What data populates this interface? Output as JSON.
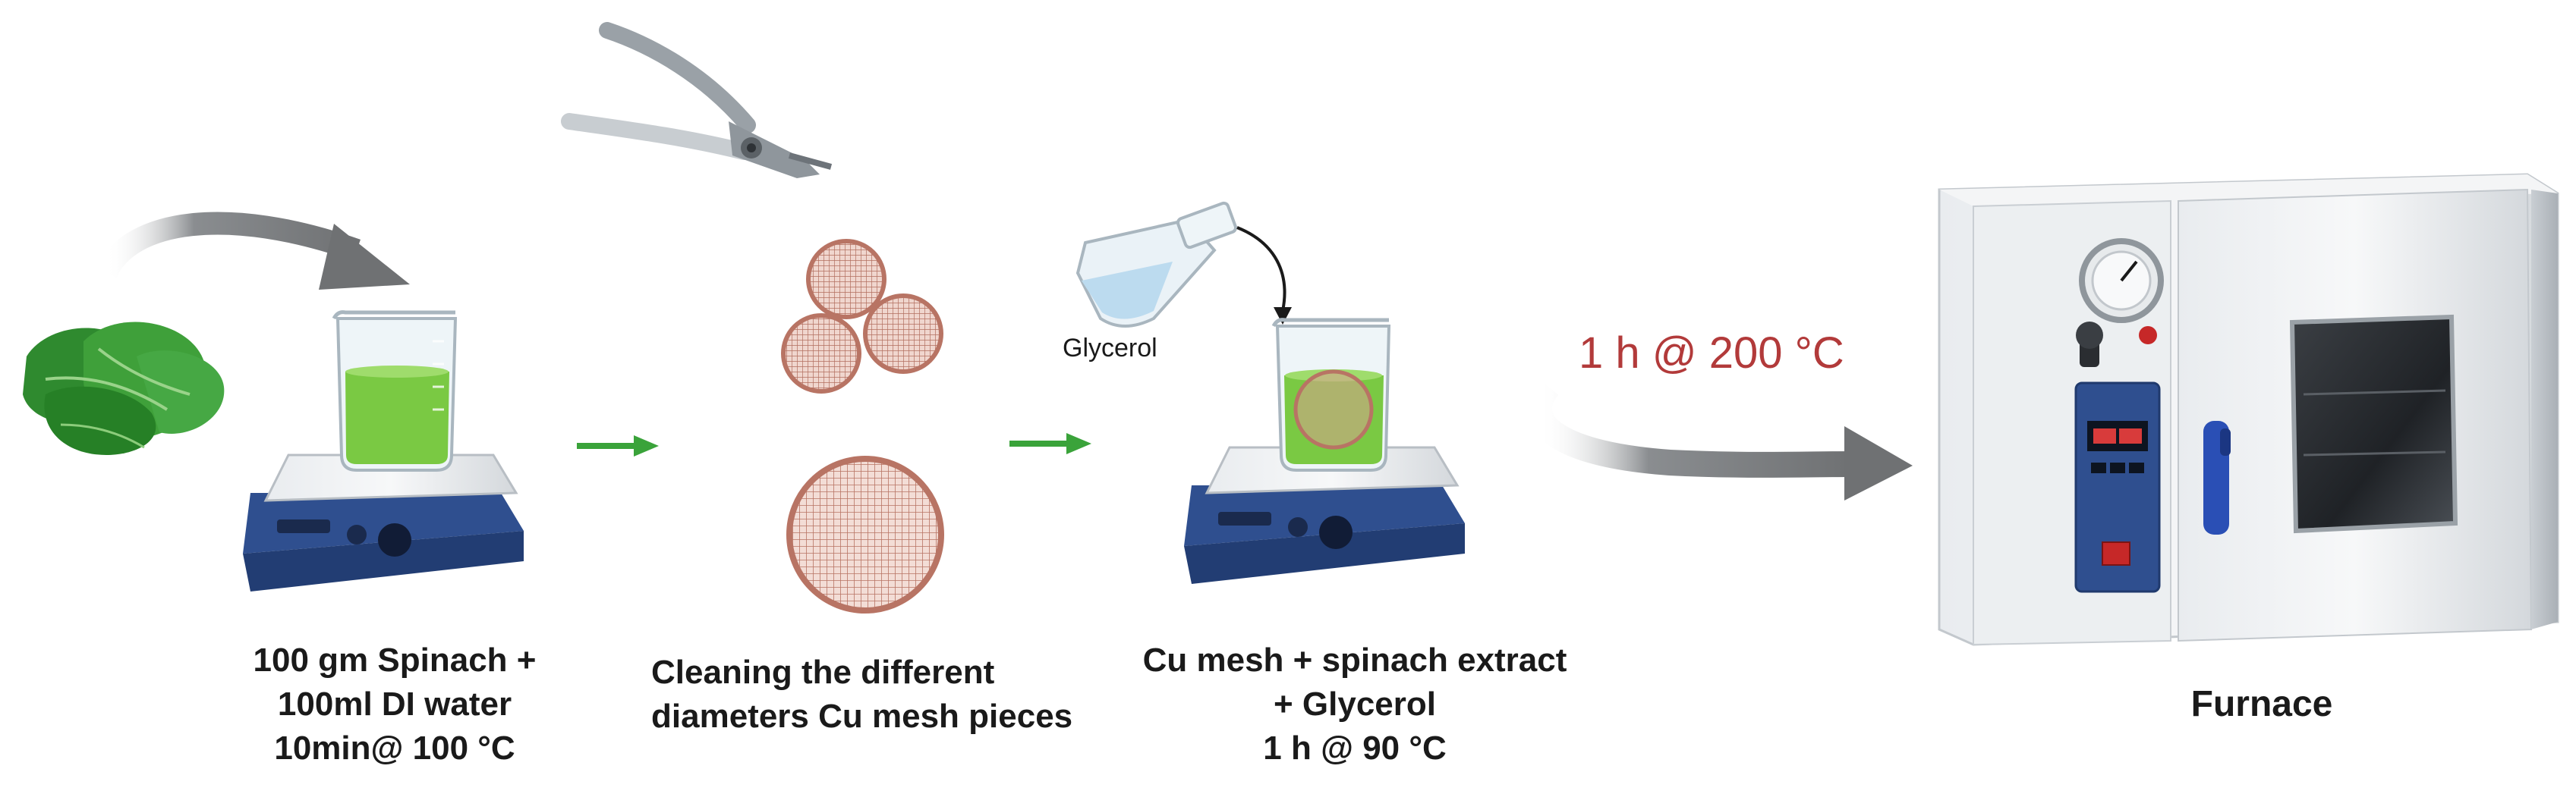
{
  "steps": [
    {
      "id": "spinach-extraction",
      "lines": [
        "100 gm Spinach +",
        "100ml DI water",
        "10min@ 100 °C"
      ]
    },
    {
      "id": "mesh-cleaning",
      "lines": [
        "Cleaning the different",
        "diameters Cu mesh pieces"
      ]
    },
    {
      "id": "mesh-coating",
      "lines": [
        "Cu mesh + spinach extract",
        "+ Glycerol",
        "1 h @ 90 °C"
      ]
    },
    {
      "id": "annealing",
      "lines": [
        "Furnace"
      ]
    }
  ],
  "labels": {
    "glycerol": "Glycerol",
    "heat_condition": "1 h @ 200 °C"
  },
  "colors": {
    "text": "#1a1a1a",
    "heat_text": "#b23a3a",
    "step_arrow": "#3aa33a",
    "curved_arrow": "#6f7173",
    "extract_green": "#7ac943",
    "copper_mesh": "#c98c7e",
    "hotplate_blue": "#2f4f8f"
  },
  "icons": [
    "spinach-icon",
    "beaker-icon",
    "hotplate-icon",
    "pliers-icon",
    "copper-mesh-icon",
    "flask-icon",
    "furnace-icon",
    "arrow-icon"
  ]
}
